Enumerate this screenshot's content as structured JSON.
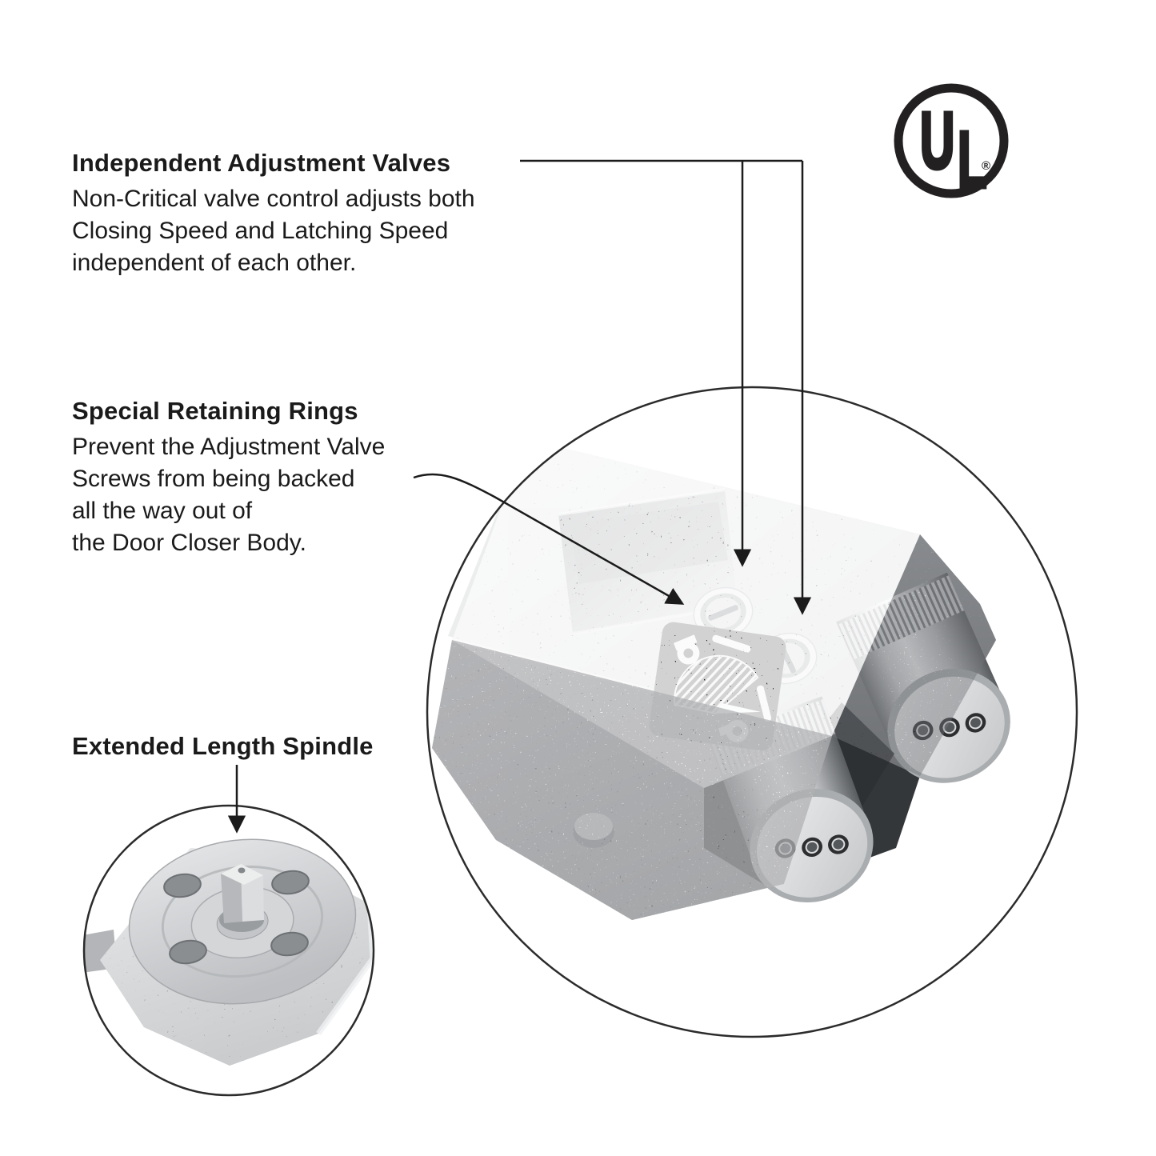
{
  "figure": {
    "background": "#ffffff",
    "line_color": "#1b1b1b",
    "description_icons": [
      "magnifier-circle-large",
      "magnifier-circle-small"
    ]
  },
  "callouts": {
    "adjustment_valves": {
      "title": "Independent Adjustment Valves",
      "lines": [
        "Non-Critical valve control adjusts both",
        "Closing Speed and Latching Speed",
        "independent of each other."
      ]
    },
    "retaining_rings": {
      "title": "Special Retaining Rings",
      "lines": [
        "Prevent the Adjustment Valve",
        "Screws from being backed",
        "all the way out of",
        "the Door Closer Body."
      ]
    },
    "spindle": {
      "title": "Extended Length Spindle",
      "lines": []
    }
  },
  "ul_mark": {
    "u": "U",
    "l": "L",
    "registered": "®"
  },
  "palette": {
    "ink": "#1a1a1a",
    "logo_ink": "#232021",
    "metal_light": "#dfe1e3",
    "metal_mid": "#b7b9bc",
    "metal_dark": "#85888b",
    "crevice_shadow": "#3c3f42",
    "label_black": "#202022"
  }
}
